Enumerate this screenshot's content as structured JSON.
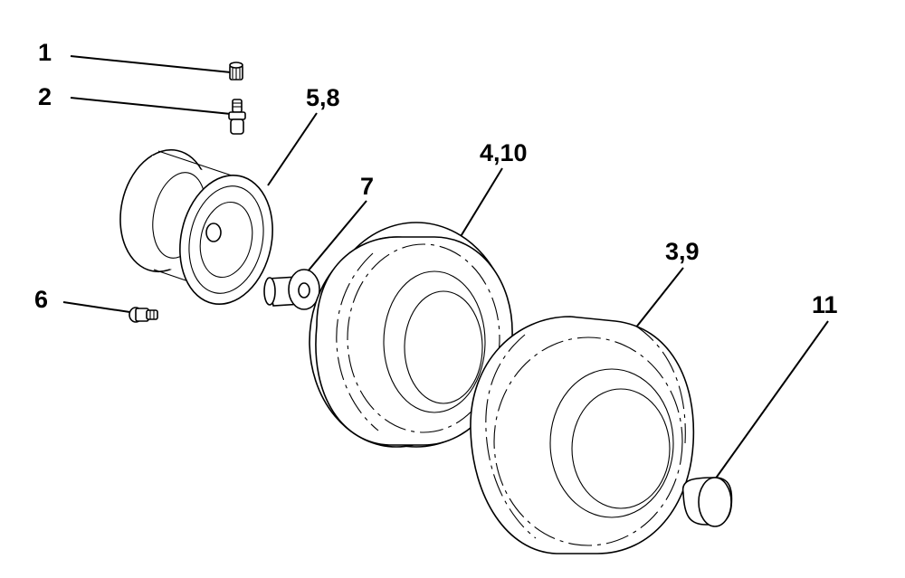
{
  "callouts": {
    "c1": "1",
    "c2": "2",
    "c58": "5,8",
    "c6": "6",
    "c7": "7",
    "c410": "4,10",
    "c39": "3,9",
    "c11": "11"
  },
  "colors": {
    "line": "#000000",
    "background": "#ffffff"
  }
}
